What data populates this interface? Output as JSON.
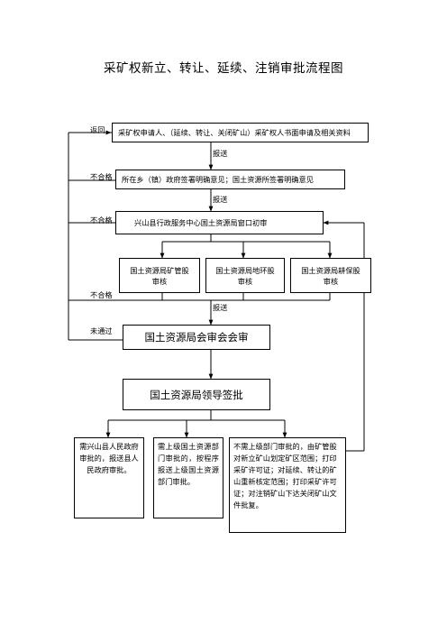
{
  "title": "采矿权新立、转让、延续、注销审批流程图",
  "boxes": {
    "application": "采矿权申请人、（延续、转让、关闭矿山）采矿权人书面申请及相关资料",
    "township_review": "所在乡（镇）政府签署明确意见；国土资源所签署明确意见",
    "window_review": "兴山县行政服务中心国土资源局窗口初审",
    "mine_dept": "国土资源局矿管股审核",
    "geo_dept": "国土资源局地环股审核",
    "farmland_dept": "国土资源局耕保股审核",
    "bureau_meeting": "国土资源局会审会会审",
    "leader_sign": "国土资源局领导签批",
    "county_gov": "需兴山县人民政府审批的，报送县人民政府审批。",
    "higher_dept": "需上级国土资源部门审批的，按程序报送上级国土资源部门审批。",
    "no_higher": "不需上级部门审批的，由矿管股对新立矿山划定矿区范围；打印采矿许可证；对延续、转让的矿山重新核定范围；打印采矿许可证；对注销矿山下达关闭矿山文件批复。"
  },
  "labels": {
    "return": "返回",
    "fail_1": "不合格",
    "fail_2": "不合格",
    "fail_3": "不合格",
    "not_passed": "未通过",
    "submit_1": "报送",
    "submit_2": "报送",
    "submit_3": "报送"
  }
}
